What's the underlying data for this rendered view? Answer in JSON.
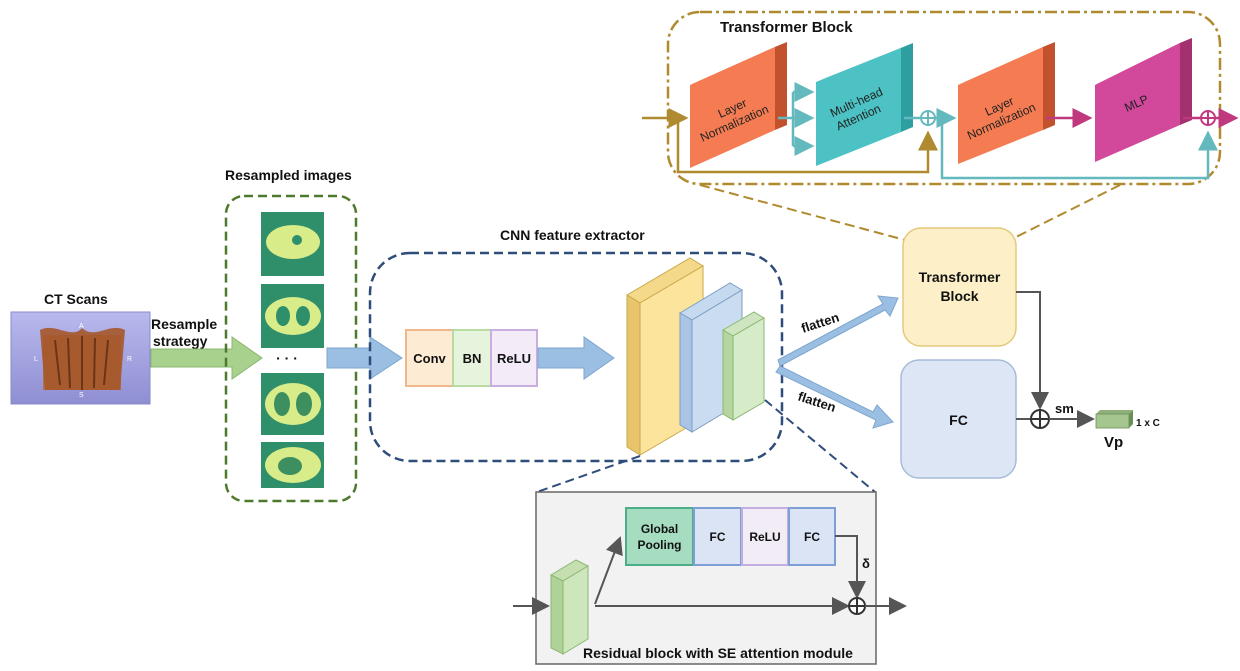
{
  "labels": {
    "ct_scans": "CT Scans",
    "resample_line1": "Resample",
    "resample_line2": "strategy",
    "resampled_images": "Resampled images",
    "ellipsis": "· · ·",
    "cnn_title": "CNN feature extractor",
    "conv": "Conv",
    "bn": "BN",
    "relu": "ReLU",
    "flatten_top": "flatten",
    "flatten_bottom": "flatten",
    "transformer_block_line1": "Transformer",
    "transformer_block_line2": "Block",
    "fc_main": "FC",
    "sm": "sm",
    "output_label": "Vp",
    "output_dim": "1 x C",
    "tb_title": "Transformer Block",
    "layer_norm_1_line1": "Layer",
    "layer_norm_1_line2": "Normalization",
    "mha_line1": "Multi-head",
    "mha_line2": "Attention",
    "layer_norm_2_line1": "Layer",
    "layer_norm_2_line2": "Normalization",
    "mlp": "MLP",
    "global_pooling_line1": "Global",
    "global_pooling_line2": "Pooling",
    "se_fc1": "FC",
    "se_relu": "ReLU",
    "se_fc2": "FC",
    "delta": "δ",
    "residual_caption": "Residual block with SE attention module",
    "ct_axis_l": "L",
    "ct_axis_r": "R",
    "ct_axis_s": "S",
    "ct_axis_a": "A"
  },
  "colors": {
    "green_dash": "#4e7a2e",
    "blue_dash": "#2f4d7a",
    "gold": "#b08a2e",
    "teal": "#63b9bd",
    "magenta": "#c0387e",
    "arrow_blue": "#9bbfe3",
    "arrow_green": "#a9d18e",
    "orange_block": "#f57c52",
    "teal_block": "#4cc2c4",
    "magenta_block": "#d2489a",
    "tb_box": "#fdf0c9",
    "fc_box": "#dce6f4"
  }
}
